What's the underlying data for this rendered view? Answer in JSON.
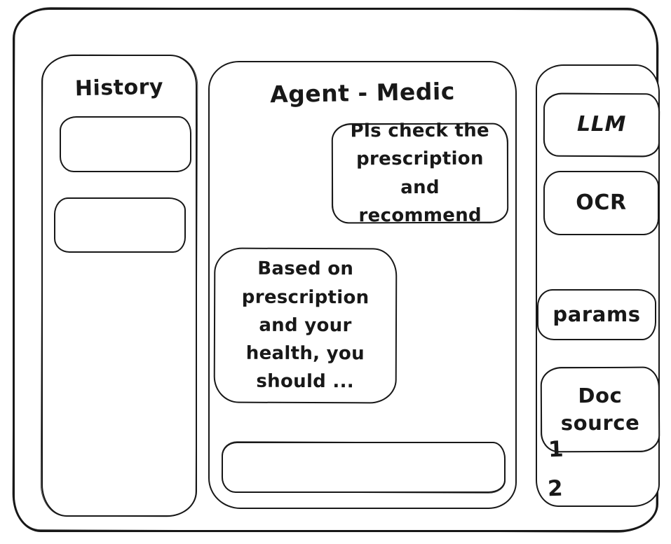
{
  "history_panel": {
    "title": "History"
  },
  "chat": {
    "title": "Agent - Medic",
    "messages": [
      {
        "role": "user",
        "text": "Pls check the prescription and recommend"
      },
      {
        "role": "assistant",
        "text": "Based on prescription and your health, you should ..."
      }
    ],
    "input_value": ""
  },
  "tools": {
    "buttons": [
      {
        "label": "LLM"
      },
      {
        "label": "OCR"
      },
      {
        "label": "params"
      },
      {
        "label": "Doc source"
      }
    ],
    "doc_source_items": [
      "1",
      "2"
    ]
  }
}
